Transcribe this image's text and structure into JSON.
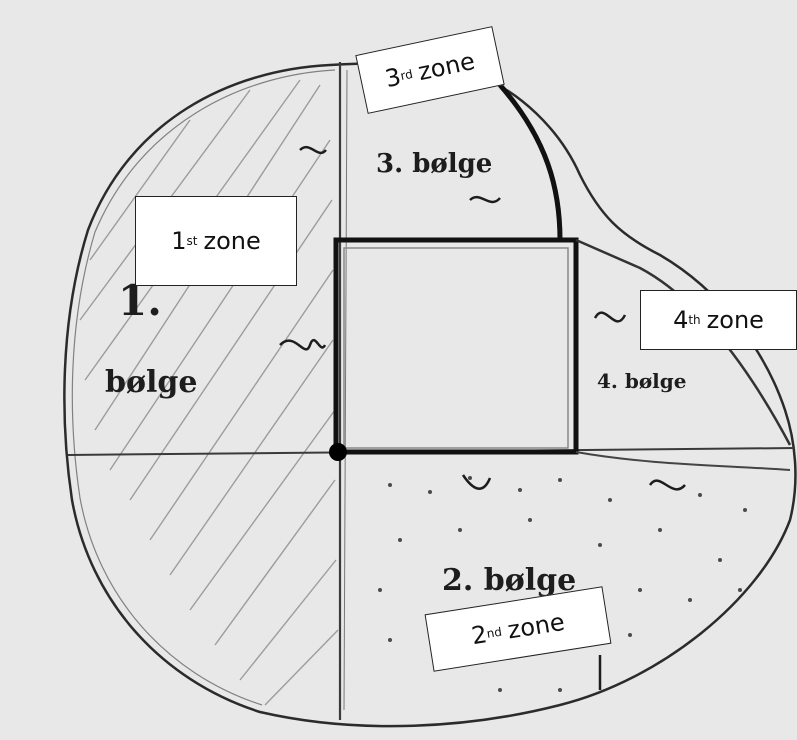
{
  "zones": [
    {
      "num": "1",
      "suffix": "st",
      "word": "zone"
    },
    {
      "num": "2",
      "suffix": "nd",
      "word": "zone"
    },
    {
      "num": "3",
      "suffix": "rd",
      "word": "zone"
    },
    {
      "num": "4",
      "suffix": "th",
      "word": "zone"
    }
  ],
  "waves": {
    "wave1_number": "1.",
    "wave1_word": "bølge",
    "wave2": "2. bølge",
    "wave3": "3. bølge",
    "wave4": "4. bølge"
  },
  "colors": {
    "paper": "#e8e8e8",
    "ink": "#1d1d1d",
    "box": "#ffffff"
  }
}
